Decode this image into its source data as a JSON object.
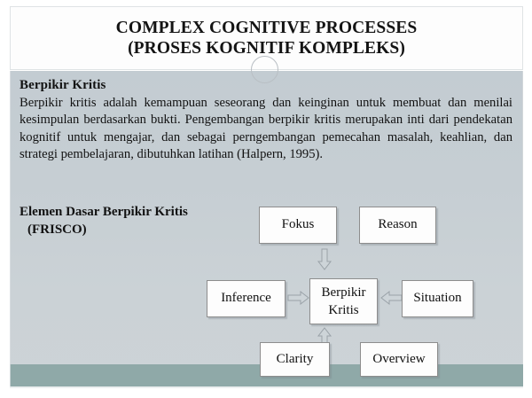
{
  "slide": {
    "title_line1": "COMPLEX COGNITIVE PROCESSES",
    "title_line2": "(PROSES KOGNITIF KOMPLEKS)",
    "subheading": "Berpikir Kritis",
    "paragraph": "Berpikir kritis adalah kemampuan seseorang dan keinginan untuk membuat dan menilai kesimpulan berdasarkan bukti. Pengembangan berpikir kritis merupakan inti dari pendekatan kognitif untuk mengajar, dan sebagai perngembangan pemecahan masalah, keahlian, dan strategi pembelajaran, dibutuhkan latihan (Halpern, 1995).",
    "frisco_heading_line1": "Elemen Dasar Berpikir Kritis",
    "frisco_heading_line2": "(FRISCO)"
  },
  "diagram": {
    "nodes": {
      "fokus": "Fokus",
      "reason": "Reason",
      "inference": "Inference",
      "center_line1": "Berpikir",
      "center_line2": "Kritis",
      "situation": "Situation",
      "clarity": "Clarity",
      "overview": "Overview"
    },
    "arrows": [
      {
        "name": "arrow-down-icon",
        "from": "fokus",
        "to": "center"
      },
      {
        "name": "arrow-right-icon",
        "from": "inference",
        "to": "center"
      },
      {
        "name": "arrow-left-icon",
        "from": "situation",
        "to": "center"
      },
      {
        "name": "arrow-up-icon",
        "from": "clarity",
        "to": "center"
      }
    ]
  },
  "colors": {
    "body_background": "#c6ced3",
    "bottom_band": "#8fa9a8",
    "title_background": "#fdfdfd",
    "node_fill": "#fdfdfd",
    "node_border": "#8d8d8d",
    "arrow_fill": "#cdd4d8",
    "text": "#121212"
  }
}
